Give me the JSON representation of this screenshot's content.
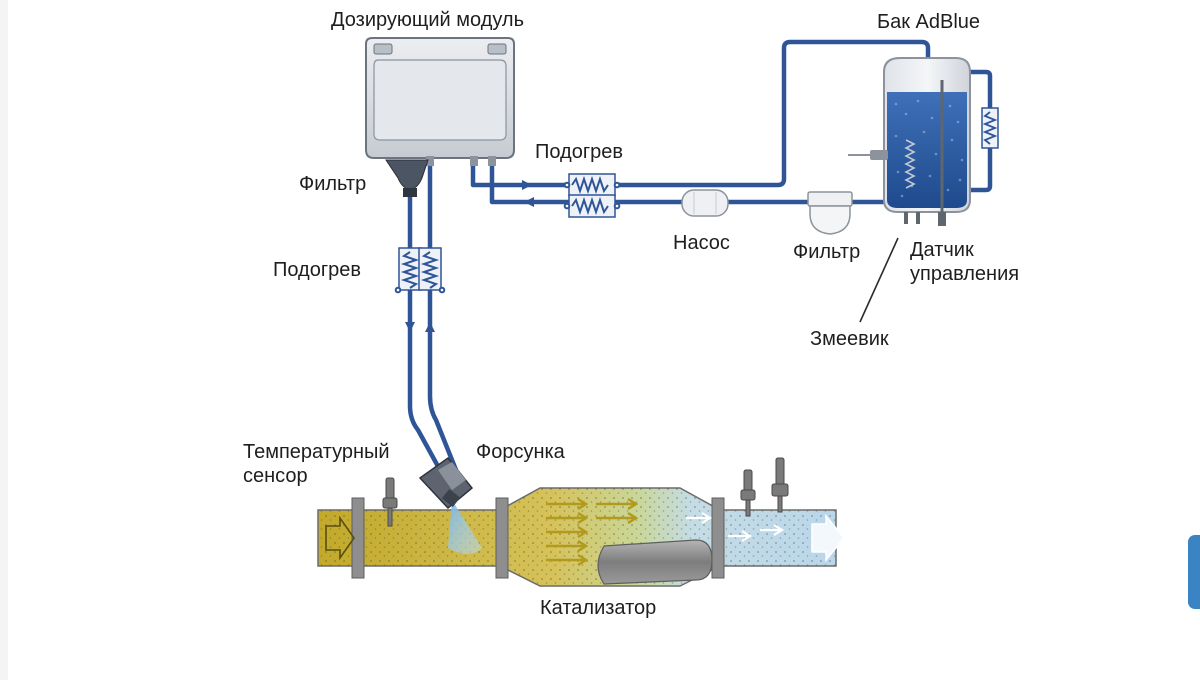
{
  "labels": {
    "dosing_module": "Дозирующий модуль",
    "adblue_tank": "Бак AdBlue",
    "heater_top": "Подогрев",
    "filter_left": "Фильтр",
    "heater_left": "Подогрев",
    "pump": "Насос",
    "filter_right": "Фильтр",
    "control_sensor_line1": "Датчик",
    "control_sensor_line2": "управления",
    "coil": "Змеевик",
    "temp_sensor_line1": "Температурный",
    "temp_sensor_line2": "сенсор",
    "injector": "Форсунка",
    "catalyst": "Катализатор"
  },
  "colors": {
    "pipe": "#2f5597",
    "liquid": "#2d5da6",
    "module_body": "#d8dce2",
    "exhaust_hot": "#c9b233",
    "exhaust_clean": "#bcd8ea",
    "catalyst_grey": "#8e8e8e"
  }
}
